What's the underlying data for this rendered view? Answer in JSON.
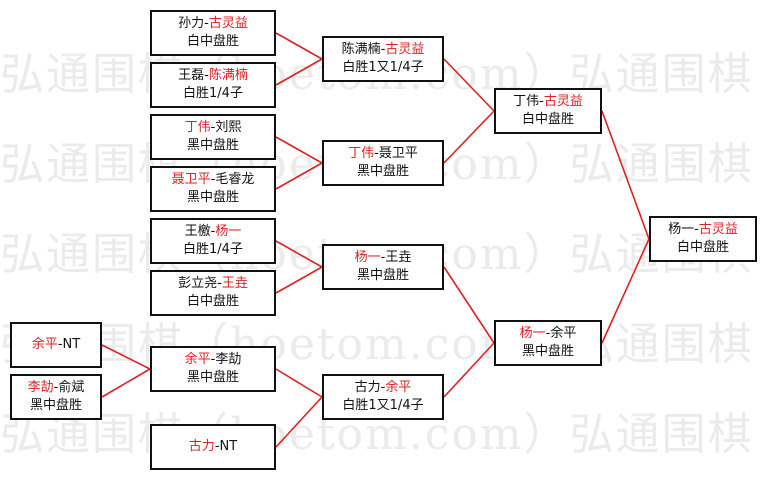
{
  "watermark_text": "弘通围棋（hoetom.com）弘通围棋（hoetom.com）弘通围棋",
  "colors": {
    "highlight": "#dd2222",
    "connector": "#dd2222",
    "border": "#111111"
  },
  "nodes": {
    "r1m1": {
      "p1": "孙力",
      "sep": "-",
      "p2": "古灵益",
      "red": "p2",
      "result": "白中盘胜"
    },
    "r1m2": {
      "p1": "王磊",
      "sep": "-",
      "p2": "陈满楠",
      "red": "p2",
      "result": "白胜1/4子"
    },
    "r1m3": {
      "p1": "丁伟",
      "sep": "-",
      "p2": "刘熙",
      "red": "p1",
      "result": "黑中盘胜"
    },
    "r1m4": {
      "p1": "聂卫平",
      "sep": "-",
      "p2": "毛睿龙",
      "red": "p1",
      "result": "黑中盘胜"
    },
    "r1m5": {
      "p1": "王檄",
      "sep": "-",
      "p2": "杨一",
      "red": "p2",
      "result": "白胜1/4子"
    },
    "r1m6": {
      "p1": "彭立尧",
      "sep": "-",
      "p2": "王垚",
      "red": "p2",
      "result": "白中盘胜"
    },
    "r0m1": {
      "p1": "余平",
      "sep": "-",
      "p2": "NT",
      "red": "p1",
      "result": ""
    },
    "r0m2": {
      "p1": "李劼",
      "sep": "-",
      "p2": "俞斌",
      "red": "p1",
      "result": "黑中盘胜"
    },
    "r1m7": {
      "p1": "余平",
      "sep": "-",
      "p2": "李劼",
      "red": "p1",
      "result": "黑中盘胜"
    },
    "r1m8": {
      "p1": "古力",
      "sep": "-",
      "p2": "NT",
      "red": "p1",
      "result": ""
    },
    "r2m1": {
      "p1": "陈满楠",
      "sep": "-",
      "p2": "古灵益",
      "red": "p2",
      "result": "白胜1又1/4子"
    },
    "r2m2": {
      "p1": "丁伟",
      "sep": "-",
      "p2": "聂卫平",
      "red": "p1",
      "result": "黑中盘胜"
    },
    "r2m3": {
      "p1": "杨一",
      "sep": "-",
      "p2": "王垚",
      "red": "p1",
      "result": "黑中盘胜"
    },
    "r2m4": {
      "p1": "古力",
      "sep": "-",
      "p2": "余平",
      "red": "p2",
      "result": "白胜1又1/4子"
    },
    "r3m1": {
      "p1": "丁伟",
      "sep": "-",
      "p2": "古灵益",
      "red": "p2",
      "result": "白中盘胜"
    },
    "r3m2": {
      "p1": "杨一",
      "sep": "-",
      "p2": "余平",
      "red": "p1",
      "result": "黑中盘胜"
    },
    "final": {
      "p1": "杨一",
      "sep": "-",
      "p2": "古灵益",
      "red": "p2",
      "result": "白中盘胜"
    }
  },
  "edges": [
    [
      "r1m1",
      "r2m1"
    ],
    [
      "r1m2",
      "r2m1"
    ],
    [
      "r1m3",
      "r2m2"
    ],
    [
      "r1m4",
      "r2m2"
    ],
    [
      "r1m5",
      "r2m3"
    ],
    [
      "r1m6",
      "r2m3"
    ],
    [
      "r0m1",
      "r1m7"
    ],
    [
      "r0m2",
      "r1m7"
    ],
    [
      "r1m7",
      "r2m4"
    ],
    [
      "r1m8",
      "r2m4"
    ],
    [
      "r2m1",
      "r3m1"
    ],
    [
      "r2m2",
      "r3m1"
    ],
    [
      "r2m3",
      "r3m2"
    ],
    [
      "r2m4",
      "r3m2"
    ],
    [
      "r3m1",
      "final"
    ],
    [
      "r3m2",
      "final"
    ]
  ]
}
